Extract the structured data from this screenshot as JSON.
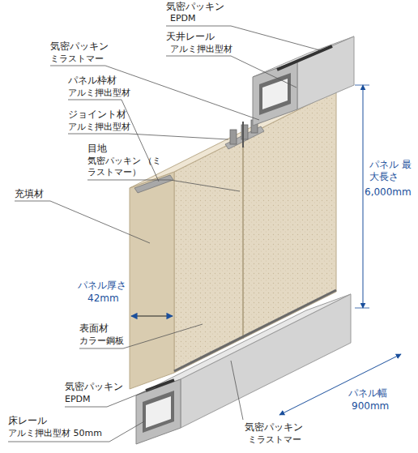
{
  "diagram": {
    "labels": [
      "気密パッキン",
      "EPDM",
      "天井レール",
      "アルミ押出型材",
      "気密パッキン",
      "ミラストマー",
      "パネル枠材",
      "アルミ押出型材",
      "ジョイント材",
      "アルミ押出型材",
      "目地",
      "気密パッキン （ミラストマー）",
      "充填材",
      "パネル 最大長さ",
      "6,000mm",
      "パネル厚さ",
      "42mm",
      "表面材",
      "カラー鋼板",
      "パネル幅",
      "900mm",
      "気密パッキン",
      "EPDM",
      "床レール",
      "アルミ押出型材 50mm",
      "気密パッキン",
      "ミラストマー"
    ]
  }
}
